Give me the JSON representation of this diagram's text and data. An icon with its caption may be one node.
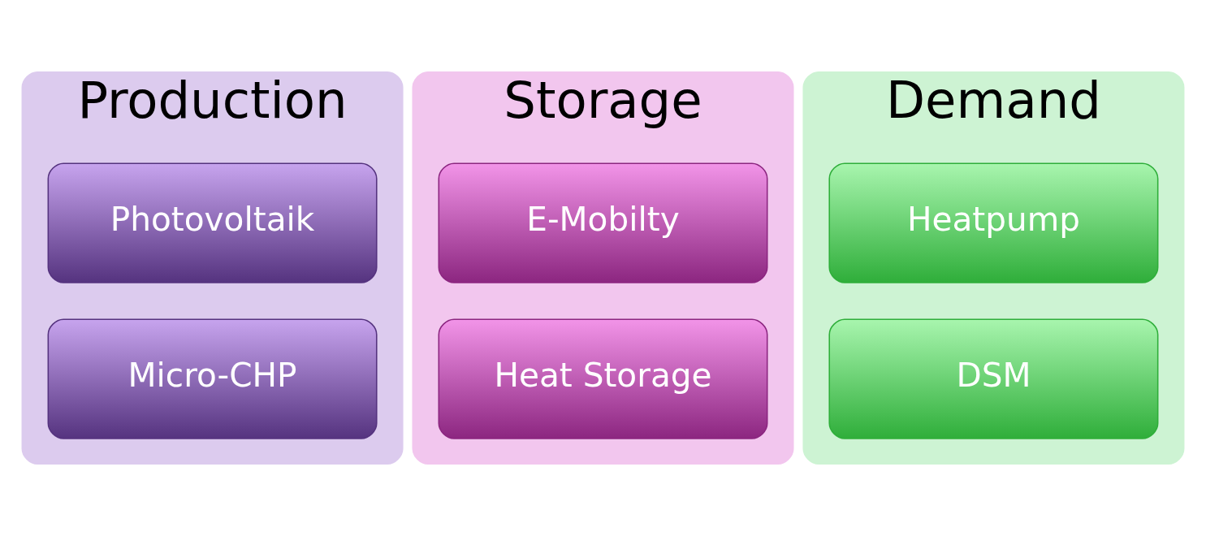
{
  "diagram": {
    "nodes": [
      {
        "text": [
          "Production"
        ]
      },
      {
        "text": [
          "Photovoltaik"
        ],
        "in": 0
      },
      {
        "text": [
          "Micro-CHP"
        ],
        "in": 0
      },
      {
        "text": [
          "Storage"
        ]
      },
      {
        "text": [
          "E-Mobilty"
        ],
        "in": 3
      },
      {
        "text": [
          "Heat Storage"
        ],
        "in": 3
      },
      {
        "text": [
          "Demand"
        ]
      },
      {
        "text": [
          "Heatpump"
        ],
        "in": 6
      },
      {
        "text": [
          "DSM"
        ],
        "in": 6
      }
    ]
  }
}
